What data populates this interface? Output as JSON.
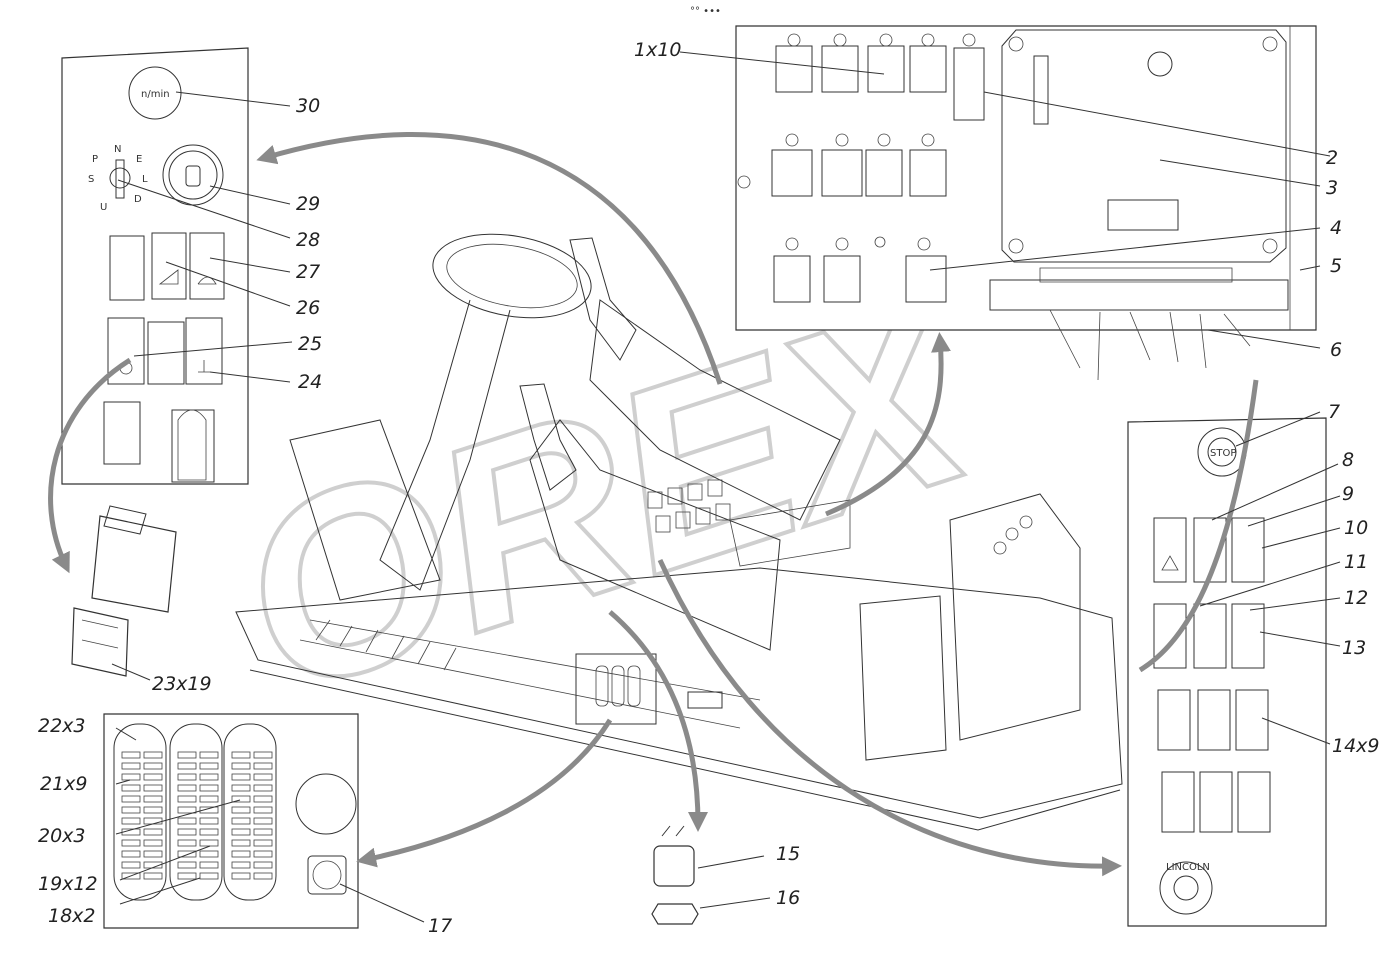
{
  "diagram": {
    "watermark": "OREX",
    "top_marker": "°° •••",
    "gauge_label": "n/min",
    "stop_label": "STOP",
    "lincoln_label": "LINCOLN",
    "gear_letters": {
      "n": "N",
      "p": "P",
      "e": "E",
      "s": "S",
      "l": "L",
      "u": "U",
      "d": "D"
    },
    "callouts": [
      {
        "id": "c1x10",
        "text": "1x10"
      },
      {
        "id": "c2",
        "text": "2"
      },
      {
        "id": "c3",
        "text": "3"
      },
      {
        "id": "c4",
        "text": "4"
      },
      {
        "id": "c5",
        "text": "5"
      },
      {
        "id": "c6",
        "text": "6"
      },
      {
        "id": "c7",
        "text": "7"
      },
      {
        "id": "c8",
        "text": "8"
      },
      {
        "id": "c9",
        "text": "9"
      },
      {
        "id": "c10",
        "text": "10"
      },
      {
        "id": "c11",
        "text": "11"
      },
      {
        "id": "c12",
        "text": "12"
      },
      {
        "id": "c13",
        "text": "13"
      },
      {
        "id": "c14x9",
        "text": "14x9"
      },
      {
        "id": "c15",
        "text": "15"
      },
      {
        "id": "c16",
        "text": "16"
      },
      {
        "id": "c17",
        "text": "17"
      },
      {
        "id": "c18x2",
        "text": "18x2"
      },
      {
        "id": "c19x12",
        "text": "19x12"
      },
      {
        "id": "c20x3",
        "text": "20x3"
      },
      {
        "id": "c21x9",
        "text": "21x9"
      },
      {
        "id": "c22x3",
        "text": "22x3"
      },
      {
        "id": "c23x19",
        "text": "23x19"
      },
      {
        "id": "c24",
        "text": "24"
      },
      {
        "id": "c25",
        "text": "25"
      },
      {
        "id": "c26",
        "text": "26"
      },
      {
        "id": "c27",
        "text": "27"
      },
      {
        "id": "c28",
        "text": "28"
      },
      {
        "id": "c29",
        "text": "29"
      },
      {
        "id": "c30",
        "text": "30"
      }
    ]
  }
}
